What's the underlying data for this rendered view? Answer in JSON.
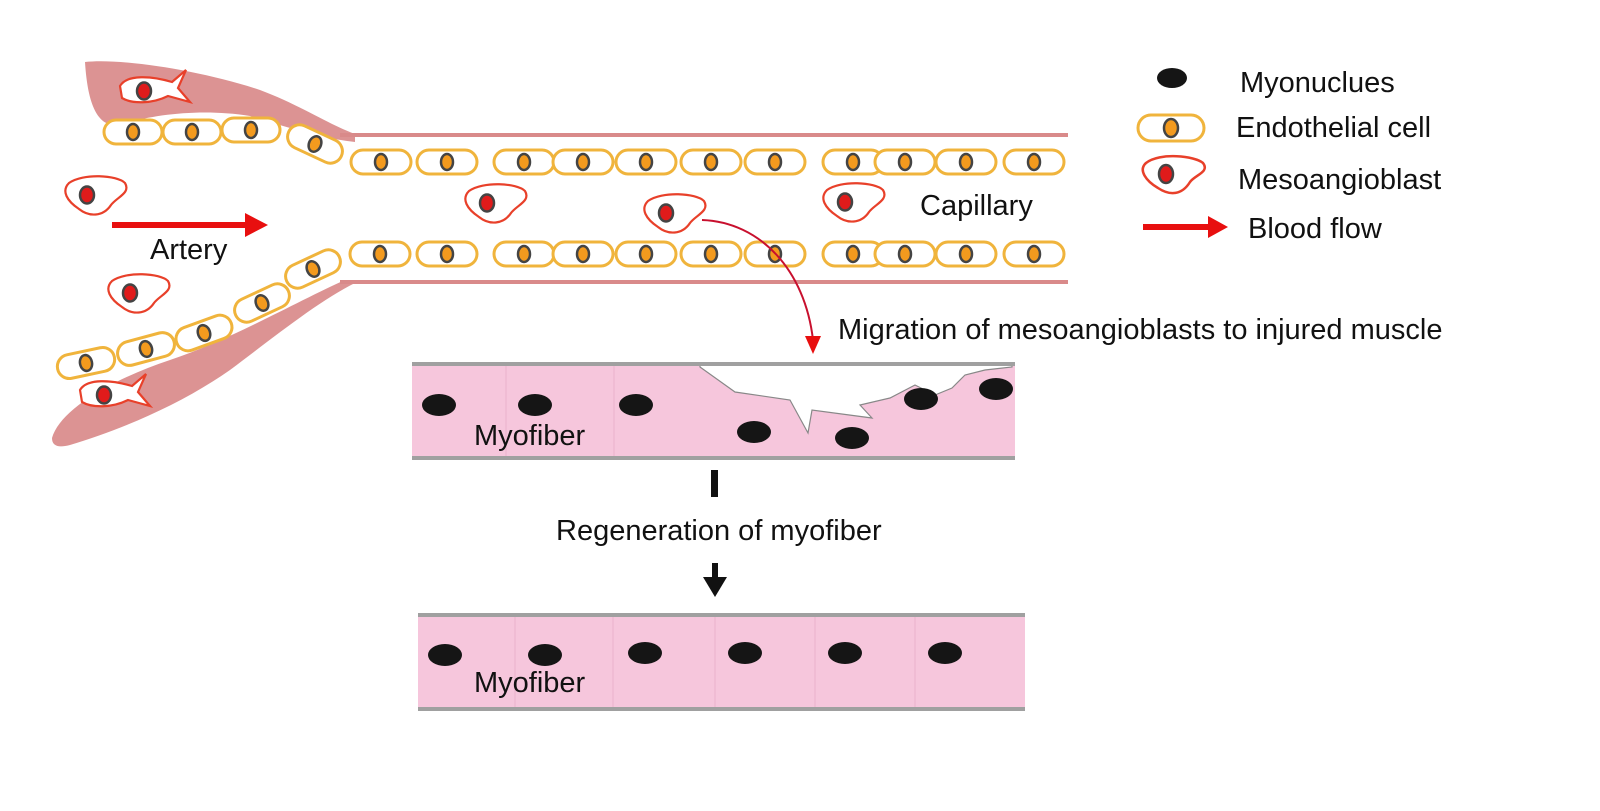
{
  "title": "Mesoangioblast migration and myofiber regeneration",
  "labels": {
    "artery": "Artery",
    "capillary": "Capillary",
    "migration": "Migration of mesoangioblasts to injured muscle",
    "regeneration": "Regeneration of myofiber",
    "myofiber_injured": "Myofiber",
    "myofiber_regenerated": "Myofiber"
  },
  "legend": {
    "items": [
      {
        "icon": "myonucleus-icon",
        "label": "Myonuclues"
      },
      {
        "icon": "endothelial-cell-icon",
        "label": "Endothelial cell"
      },
      {
        "icon": "mesoangioblast-icon",
        "label": "Mesoangioblast"
      },
      {
        "icon": "blood-flow-arrow-icon",
        "label": "Blood flow"
      }
    ]
  },
  "colors": {
    "vessel_wall": "#d98a8a",
    "smooth_muscle": "#d68080",
    "endothelial_border": "#f0b43c",
    "endothelial_nucleus": "#f39a1e",
    "nucleus_rim": "#444444",
    "mesoangioblast_border": "#e8402a",
    "mesoangioblast_nucleus": "#e01b1b",
    "blood_flow": "#e80f0f",
    "myofiber": "#f6c6dc",
    "myofiber_border": "#a0a0a0",
    "myonucleus": "#151515"
  }
}
